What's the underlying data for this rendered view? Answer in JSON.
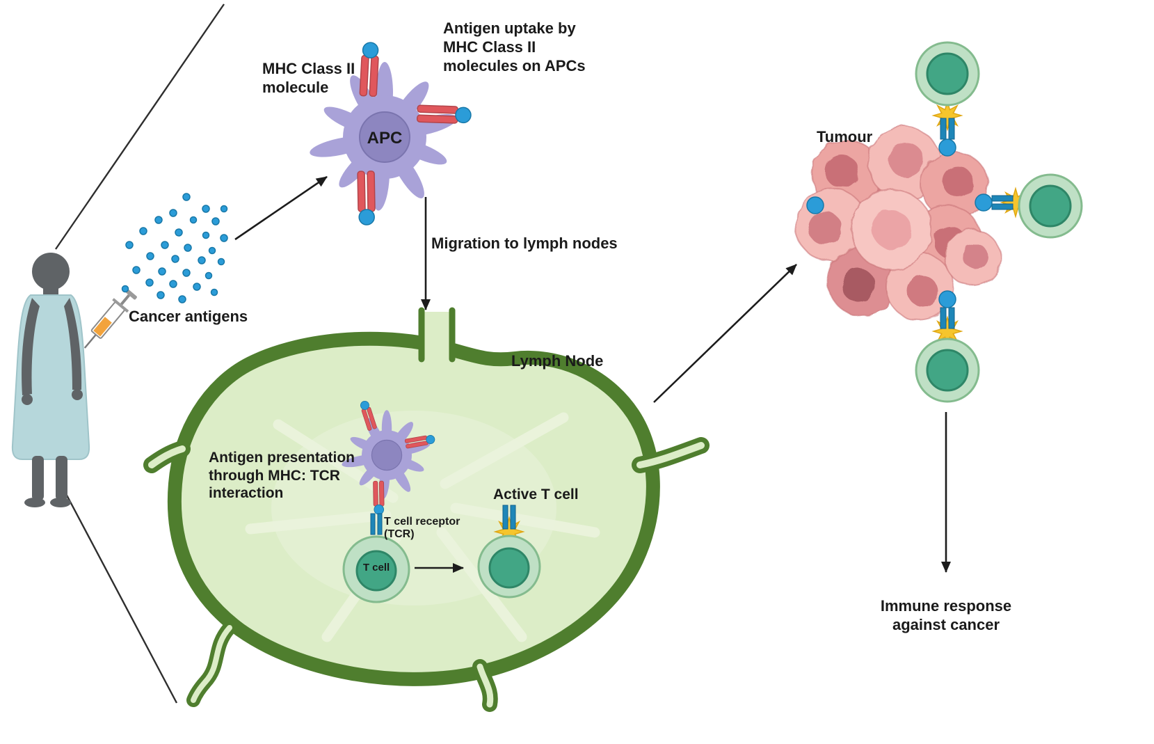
{
  "labels": {
    "mhc_class2": "MHC Class II\nmolecule",
    "antigen_uptake": "Antigen uptake by\nMHC Class II\nmolecules on APCs",
    "apc": "APC",
    "cancer_antigens": "Cancer antigens",
    "migration": "Migration to lymph nodes",
    "lymph_node": "Lymph Node",
    "antigen_presentation": "Antigen presentation\nthrough MHC: TCR\ninteraction",
    "tcr": "T cell receptor\n(TCR)",
    "t_cell": "T cell",
    "active_t_cell": "Active T cell",
    "tumour": "Tumour",
    "immune_response": "Immune response\nagainst cancer"
  },
  "colors": {
    "apc_body": "#a9a2d8",
    "apc_nucleus": "#8d86c0",
    "mhc_red": "#e0575c",
    "mhc_dark": "#b2454b",
    "antigen": "#2b9cd8",
    "antigen_dark": "#1878a8",
    "lymph_fill": "#dcedc7",
    "lymph_border": "#4f7e2e",
    "lymph_inner": "#ebf4dd",
    "tcell_outer": "#bfe0c5",
    "tcell_outer_stroke": "#84bb8e",
    "tcell_nucleus": "#42a685",
    "tcell_nucleus_stroke": "#2e8667",
    "tumour_light": "#f4bcb8",
    "tumour_mid": "#eca5a2",
    "tumour_dark": "#dd8e92",
    "tumour_nucleus": "#c97077",
    "burst": "#f6c52d",
    "burst_stroke": "#e0a714",
    "patient_body": "#5f6366",
    "gown": "#b6d7db",
    "arrow": "#1c1c1c"
  }
}
